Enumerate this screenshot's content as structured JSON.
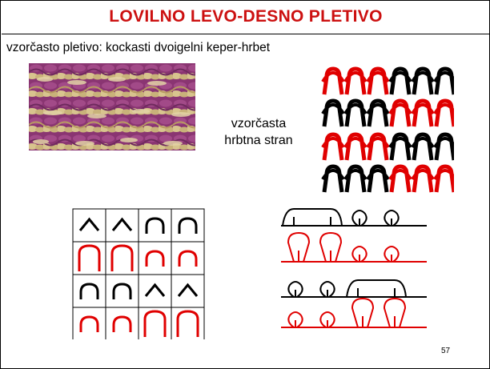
{
  "slide": {
    "title": "LOVILNO LEVO-DESNO PLETIVO",
    "subtitle": "vzorčasto pletivo: kockasti dvoigelni keper-hrbet",
    "side_label_line1": "vzorčasta",
    "side_label_line2": "hrbtna stran",
    "page_number": "57"
  },
  "colors": {
    "title": "#cc1010",
    "red_stitch": "#e00000",
    "black_stitch": "#000000",
    "fabric_purple": "#8e3a78",
    "fabric_cream": "#d9c79a"
  },
  "symbol_grid": {
    "rows": [
      [
        {
          "sym": "tuck",
          "color": "black"
        },
        {
          "sym": "tuck",
          "color": "black"
        },
        {
          "sym": "loop",
          "color": "black"
        },
        {
          "sym": "loop",
          "color": "black"
        }
      ],
      [
        {
          "sym": "long",
          "color": "red"
        },
        {
          "sym": "long",
          "color": "red"
        },
        {
          "sym": "loop",
          "color": "red"
        },
        {
          "sym": "loop",
          "color": "red"
        }
      ],
      [
        {
          "sym": "loop",
          "color": "black"
        },
        {
          "sym": "loop",
          "color": "black"
        },
        {
          "sym": "tuck",
          "color": "black"
        },
        {
          "sym": "tuck",
          "color": "black"
        }
      ],
      [
        {
          "sym": "loop",
          "color": "red"
        },
        {
          "sym": "loop",
          "color": "red"
        },
        {
          "sym": "long",
          "color": "red"
        },
        {
          "sym": "long",
          "color": "red"
        }
      ]
    ]
  }
}
